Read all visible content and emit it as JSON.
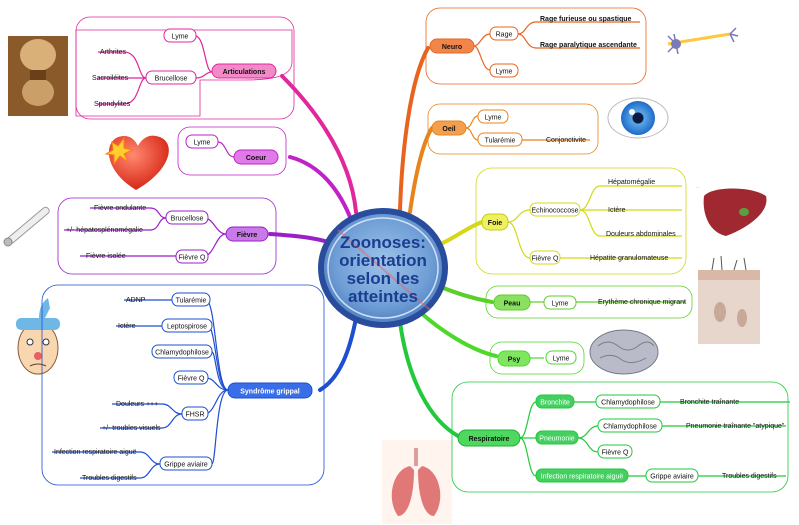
{
  "center": {
    "lines": [
      "Zoonoses:",
      "orientation",
      "selon les",
      "atteintes"
    ]
  },
  "branches": {
    "neuro": {
      "label": "Neuro",
      "rage": "Rage",
      "furieuse": "Rage furieuse ou spastique",
      "paralytique": "Rage paralytique ascendante",
      "lyme": "Lyme"
    },
    "oeil": {
      "label": "Oeil",
      "lyme": "Lyme",
      "tularemie": "Tularémie",
      "conjonctivite": "Conjonctivite"
    },
    "foie": {
      "label": "Foie",
      "echino": "Echinococcose",
      "hepatomegalie": "Hépatomégalie",
      "ictere": "Ictère",
      "douleurs": "Douleurs abdominales",
      "fievreq": "Fièvre Q",
      "hepatite": "Hépatite granulomateuse"
    },
    "peau": {
      "label": "Peau",
      "lyme": "Lyme",
      "erytheme": "Erythème chronique migrant"
    },
    "psy": {
      "label": "Psy",
      "lyme": "Lyme"
    },
    "respi": {
      "label": "Respiratoire",
      "bronchite": "Bronchite",
      "chlamy1": "Chlamydophilose",
      "bronchite_tr": "Bronchite traînante",
      "pneumonie": "Pneumonie",
      "chlamy2": "Chlamydophilose",
      "pneumonie_aty": "Pneumonie traînante \"atypique\"",
      "fievreq": "Fièvre Q",
      "infection": "Infection respiratoire aiguë",
      "grippe": "Grippe aviaire",
      "troubles": "Troubles digestifs"
    },
    "articulations": {
      "label": "Articulations",
      "lyme": "Lyme",
      "brucellose": "Brucellose",
      "arthrites": "Arthrites",
      "sacroiliites": "Sacroiléites",
      "spondylites": "Spondylites"
    },
    "coeur": {
      "label": "Coeur",
      "lyme": "Lyme"
    },
    "fievre": {
      "label": "Fièvre",
      "brucellose": "Brucellose",
      "ondulante": "Fièvre ondulante",
      "hepato": "+/- hépatosplénomégalie",
      "fievreq": "Fièvre Q",
      "isolee": "Fièvre isolée"
    },
    "grippal": {
      "label": "Syndrôme grippal",
      "tularemie": "Tularémie",
      "adnp": "ADNP",
      "lepto": "Leptospirose",
      "ictere": "Ictère",
      "chlamy": "Chlamydophilose",
      "fievreq": "Fièvre Q",
      "fhsr": "FHSR",
      "douleurs": "Douleurs +++",
      "troubles_visuels": "+/- troubles visuels",
      "grippe": "Grippe aviaire",
      "infection": "Infection respiratoire aiguë",
      "troubles_dig": "Troubles digestifs"
    }
  },
  "colors": {
    "neuro": "#e8641e",
    "oeil": "#e8841e",
    "foie": "#d4d818",
    "peau": "#5ccf2a",
    "psy": "#4ed92a",
    "respi": "#22c93c",
    "articulations": "#e0279c",
    "coeur": "#c021c8",
    "fievre": "#9a1fc6",
    "grippal": "#1d4fd0",
    "center": "#2a4c9c"
  }
}
